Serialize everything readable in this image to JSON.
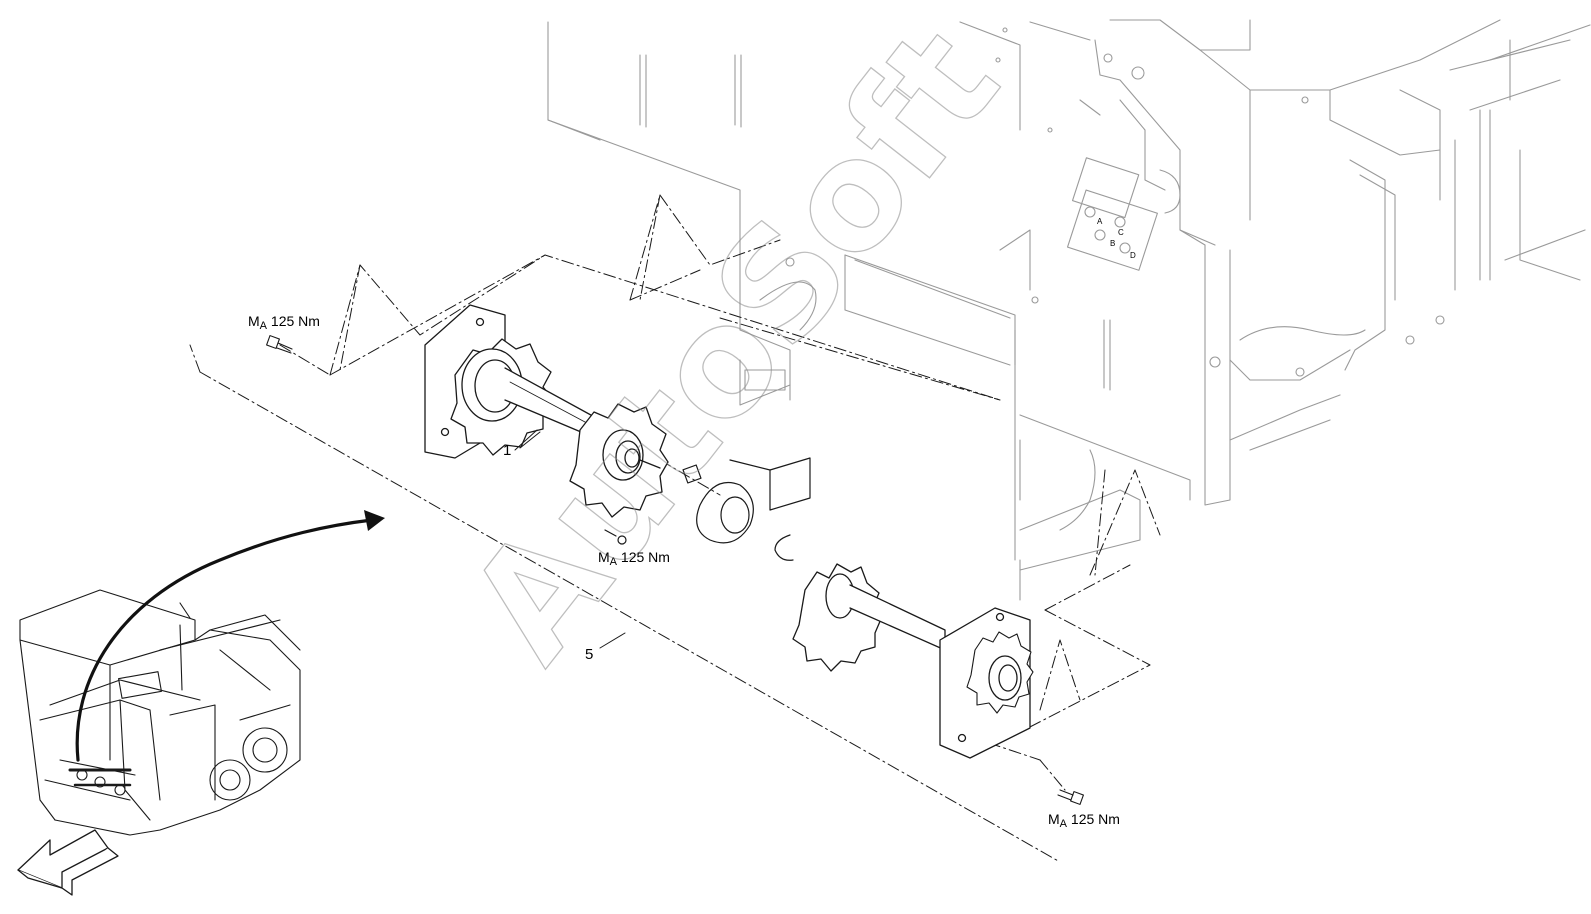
{
  "torque_labels": {
    "top_left": {
      "symbol": "M",
      "sub": "A",
      "value": "125 Nm"
    },
    "center": {
      "symbol": "M",
      "sub": "A",
      "value": "125 Nm"
    },
    "bottom_right": {
      "symbol": "M",
      "sub": "A",
      "value": "125 Nm"
    }
  },
  "part_numbers": {
    "front_shaft": "1",
    "rear_shaft": "5"
  },
  "panel_letters": {
    "a": "A",
    "b": "B",
    "c": "C",
    "d": "D"
  },
  "watermark": "AutoSoft",
  "colors": {
    "line": "#1a1a1a",
    "light_line": "#9a9a9a",
    "watermark_stroke": "#8a8a8a"
  }
}
